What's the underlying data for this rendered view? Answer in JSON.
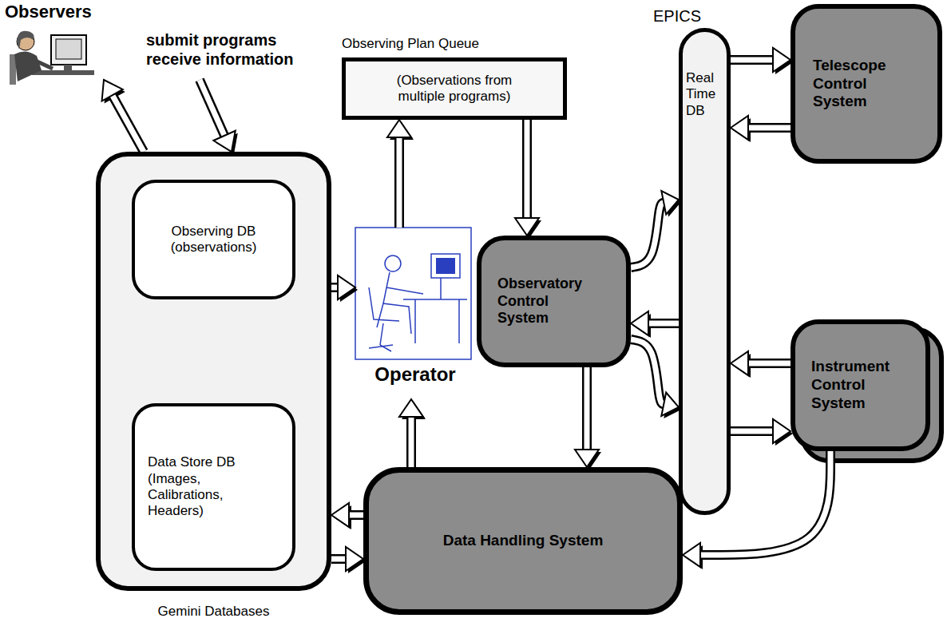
{
  "diagram": {
    "nodes": [
      {
        "text": [
          "Observers",
          "submit programs receive information"
        ]
      },
      {
        "text": [
          "Gemini Databases"
        ]
      },
      {
        "text": [
          "Observing DB (observations)"
        ],
        "in": 1
      },
      {
        "text": [
          "Data Store DB (Images, Calibrations, Headers)"
        ],
        "in": 1
      },
      {
        "text": [
          "Observing Plan Queue",
          "(Observations from multiple programs)"
        ]
      },
      {
        "text": [
          "Operator"
        ]
      },
      {
        "text": [
          "Observatory Control System"
        ]
      },
      {
        "text": [
          "EPICS",
          "Real Time DB"
        ]
      },
      {
        "text": [
          "Telescope Control System"
        ]
      },
      {
        "text": [
          "Instrument Control System"
        ]
      },
      {
        "text": [
          "Data Handling System"
        ]
      }
    ],
    "edges": [
      {
        "from": 1,
        "to": 0,
        "arrow": "to"
      },
      {
        "from": 0,
        "to": 1,
        "arrow": "to"
      },
      {
        "from": 3,
        "to": 2,
        "arrow": "to"
      },
      {
        "from": 1,
        "to": 5,
        "arrow": "to"
      },
      {
        "from": 5,
        "to": 4,
        "arrow": "to"
      },
      {
        "from": 4,
        "to": 6,
        "arrow": "to"
      },
      {
        "from": 6,
        "to": 7,
        "arrow": "to"
      },
      {
        "from": 7,
        "to": 6,
        "arrow": "to"
      },
      {
        "from": 6,
        "to": 7,
        "arrow": "to"
      },
      {
        "from": 7,
        "to": 8,
        "arrow": "to"
      },
      {
        "from": 8,
        "to": 7,
        "arrow": "to"
      },
      {
        "from": 9,
        "to": 7,
        "arrow": "to"
      },
      {
        "from": 7,
        "to": 9,
        "arrow": "to"
      },
      {
        "from": 9,
        "to": 10,
        "arrow": "to"
      },
      {
        "from": 6,
        "to": 10,
        "arrow": "to"
      },
      {
        "from": 10,
        "to": 5,
        "arrow": "to"
      },
      {
        "from": 10,
        "to": 1,
        "arrow": "to"
      },
      {
        "from": 1,
        "to": 10,
        "arrow": "to"
      }
    ]
  }
}
